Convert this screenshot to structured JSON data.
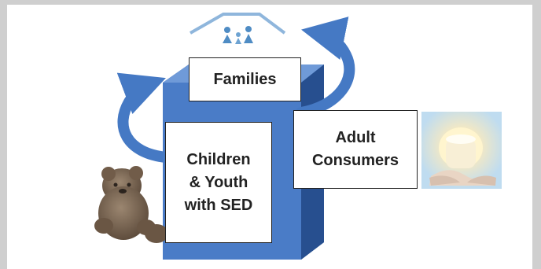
{
  "diagram": {
    "top_label": "Families",
    "left_label": "Children\n& Youth\nwith SED",
    "right_label": "Adult\nConsumers"
  },
  "colors": {
    "cube_front": "#4a7cc7",
    "cube_side": "#2f5fa6",
    "cube_top": "#6f9ad8",
    "arrow": "#4579c4",
    "house": "#8fb6dc",
    "teddy": "#7a6652",
    "candle_glow": "#d9ecf7"
  },
  "icons": [
    "house-family-icon",
    "teddy-bear-icon",
    "candle-hands-icon"
  ]
}
